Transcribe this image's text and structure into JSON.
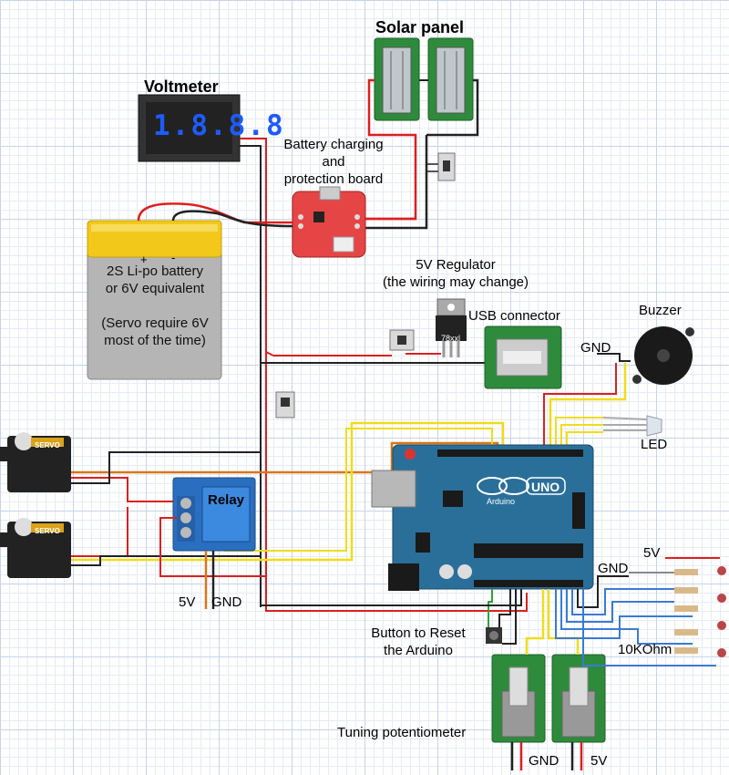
{
  "labels": {
    "solar_panel": "Solar panel",
    "voltmeter": "Voltmeter",
    "voltmeter_display": "1.8.8.8",
    "charger": [
      "Battery charging",
      "and",
      "protection board"
    ],
    "battery": [
      "2S Li-po battery",
      "or 6V equivalent",
      "",
      "(Servo require 6V",
      "most of the time)"
    ],
    "battery_plus": "+",
    "battery_minus": "-",
    "regulator": [
      "5V Regulator",
      "(the wiring may change)"
    ],
    "regulator_chip": "78xxl",
    "usb": "USB connector",
    "buzzer": "Buzzer",
    "buzzer_gnd": "GND",
    "led": "LED",
    "relay": "Relay",
    "relay_5v": "5V",
    "relay_gnd": "GND",
    "servo_brand": "SERVO",
    "arduino_brand": "UNO",
    "arduino_sub": "Arduino",
    "reset_button": [
      "Button to Reset",
      "the Arduino"
    ],
    "ldr_5v": "5V",
    "ldr_gnd": "GND",
    "resistor": "10KOhm",
    "pot": "Tuning potentiometer",
    "pot_gnd": "GND",
    "pot_5v": "5V"
  },
  "colors": {
    "wire_red": "#dd1f1f",
    "wire_black": "#222222",
    "wire_yellow": "#f0dc1a",
    "wire_orange": "#d8761a",
    "wire_blue": "#3a7ad4",
    "wire_green": "#2fa23a",
    "arduino_blue": "#2a6f9a",
    "pcb_green": "#2e8b3c",
    "battery_yellow": "#f2c81a",
    "battery_grey": "#b5b5b5",
    "relay_blue": "#2a6fbf",
    "charger_red": "#e64545"
  }
}
